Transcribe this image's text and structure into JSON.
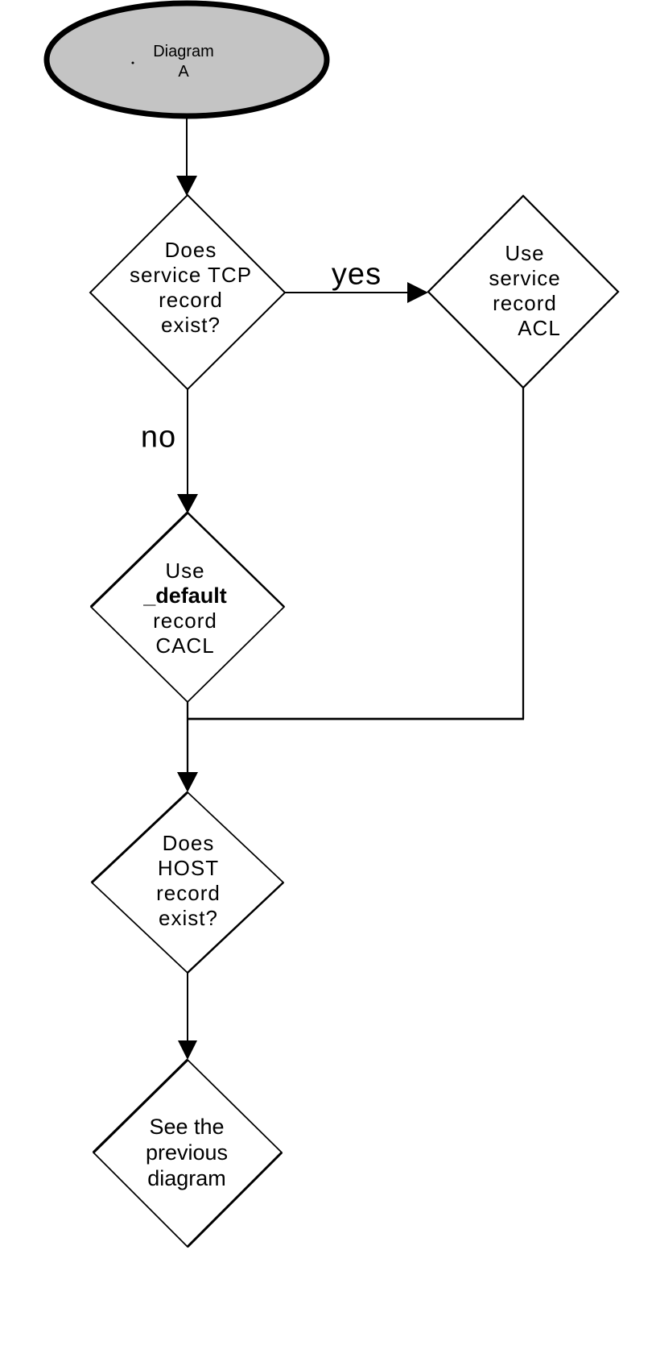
{
  "nodes": {
    "start": {
      "lines": [
        "Diagram",
        "A"
      ]
    },
    "service_tcp": {
      "lines": [
        "Does",
        "service TCP",
        "record",
        "exist?"
      ]
    },
    "service_acl": {
      "lines": [
        "Use",
        "service",
        "record",
        "ACL"
      ]
    },
    "default_cacl": {
      "lines": [
        "Use",
        "_default",
        "record",
        "CACL"
      ]
    },
    "host_record": {
      "lines": [
        "Does",
        "HOST",
        "record",
        "exist?"
      ]
    },
    "see_previous": {
      "lines": [
        "See the",
        "previous",
        "diagram"
      ]
    }
  },
  "edges": {
    "yes_label": "yes",
    "no_label": "no"
  },
  "colors": {
    "start_fill": "#c4c4c4",
    "stroke": "#000000",
    "background": "#ffffff"
  }
}
